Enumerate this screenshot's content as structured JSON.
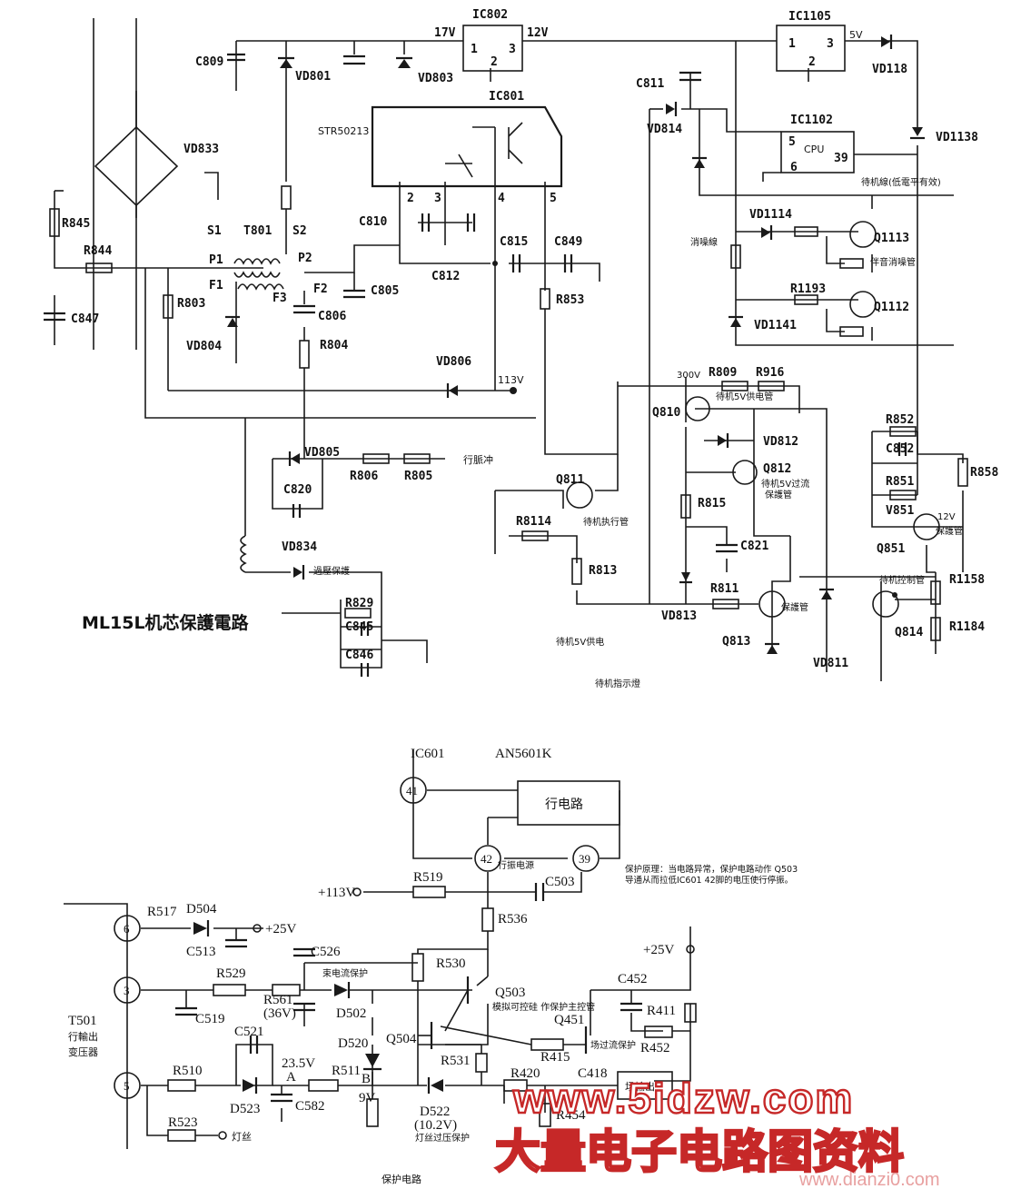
{
  "top": {
    "title": "ML15L机芯保護電路",
    "ics": {
      "ic802": "IC802",
      "ic802_in": "17V",
      "ic802_out": "12V",
      "ic1105": "IC1105",
      "ic1105_out": "5V",
      "ic801": "IC801",
      "ic801_part": "STR50213",
      "ic1102": "IC1102",
      "cpu": "CPU",
      "cpu_pin5": "5",
      "cpu_pin39": "39",
      "cpu_pin6": "6",
      "pin1": "1",
      "pin2": "2",
      "pin3": "3",
      "pin4": "4",
      "pin5": "5"
    },
    "parts": {
      "c809": "C809",
      "vd801": "VD801",
      "vd803": "VD803",
      "vd833": "VD833",
      "r845": "R845",
      "r844": "R844",
      "c847": "C847",
      "t801": "T801",
      "s1": "S1",
      "s2": "S2",
      "p1": "P1",
      "p2": "P2",
      "f1": "F1",
      "f2": "F2",
      "f3": "F3",
      "r803": "R803",
      "vd804": "VD804",
      "c810": "C810",
      "c812": "C812",
      "c815": "C815",
      "c849": "C849",
      "c805": "C805",
      "c806": "C806",
      "r804": "R804",
      "r853": "R853",
      "vd806": "VD806",
      "v113": "113V",
      "vd805": "VD805",
      "r806": "R806",
      "r805": "R805",
      "c820": "C820",
      "vd834": "VD834",
      "r829": "R829",
      "c845": "C845",
      "c846": "C846",
      "c811": "C811",
      "vd814": "VD814",
      "vd118": "VD118",
      "vd1138": "VD1138",
      "vd1114": "VD1114",
      "q1113": "Q1113",
      "r1193": "R1193",
      "q1112": "Q1112",
      "vd1141": "VD1141",
      "v300": "300V",
      "r809": "R809",
      "r916": "R916",
      "q810": "Q810",
      "vd812": "VD812",
      "q812": "Q812",
      "r815": "R815",
      "c821": "C821",
      "q811": "Q811",
      "r8114": "R8114",
      "r813": "R813",
      "vd813": "VD813",
      "r811": "R811",
      "q813": "Q813",
      "vd811": "VD811",
      "r852": "R852",
      "c852": "C852",
      "r851": "R851",
      "vd851": "V851",
      "q851": "Q851",
      "r858": "R858",
      "v12": "12V",
      "r1158": "R1158",
      "q814": "Q814",
      "r1184": "R1184"
    },
    "notes": {
      "standby_line": "待机線(低電平有效)",
      "mute_line": "消噪線",
      "mute_tube": "伴音消噪管",
      "line_pulse": "行脈冲",
      "over_protect": "過壓保護",
      "standby_5v_tube": "待机5V供电管",
      "standby_5v_over": "待机5V过流",
      "protect_tube": "保護管",
      "standby_exec": "待机执行管",
      "standby_5v_supply": "待机5V供电",
      "standby_indicator": "待机指示燈",
      "standby_ctrl": "待机控制管",
      "q813_label": "保護管",
      "q851_label": "保護管"
    }
  },
  "bottom": {
    "title": "保护电路",
    "ic": "IC601",
    "ic_part": "AN5601K",
    "line_circuit": "行电路",
    "pin41": "41",
    "pin42": "42",
    "pin39": "39",
    "line_osc_supply": "行振电源",
    "principle": "保护原理：当电路异常，保护电路动作 Q503导通从而拉低IC601 42脚的电压使行停振。",
    "v113": "+113V",
    "v25a": "+25V",
    "v25b": "+25V",
    "parts": {
      "r519": "R519",
      "c503": "C503",
      "r536": "R536",
      "r517": "R517",
      "d504": "D504",
      "c513": "C513",
      "c526": "C526",
      "r530": "R530",
      "q503": "Q503",
      "q503_note": "模拟可控硅 作保护主控管",
      "r529": "R529",
      "r561": "R561",
      "r561_val": "(36V)",
      "over_current": "束电流保护",
      "d502": "D502",
      "c519": "C519",
      "c521": "C521",
      "d520": "D520",
      "q504": "Q504",
      "r531": "R531",
      "q451": "Q451",
      "c452": "C452",
      "r411": "R411",
      "r415": "R415",
      "r452": "R452",
      "field_over": "场过流保护",
      "r510": "R510",
      "d523": "D523",
      "v235": "23.5V",
      "node_a": "A",
      "c582": "C582",
      "r511": "R511",
      "node_b": "B",
      "v9": "9V",
      "d522": "D522",
      "d522_val": "(10.2V)",
      "filament_over": "灯丝过压保护",
      "r420": "R420",
      "c418": "C418",
      "field_out": "场输出",
      "r454": "R454",
      "r523": "R523",
      "filament": "灯丝",
      "t501": "T501",
      "t501_desc1": "行輸出",
      "t501_desc2": "变压器",
      "n6": "6",
      "n3": "3",
      "n5": "5"
    }
  },
  "watermark": {
    "url": "www.5idzw.com",
    "cn": "大量电子电路图资料",
    "small": "www.dianzi0.com"
  }
}
